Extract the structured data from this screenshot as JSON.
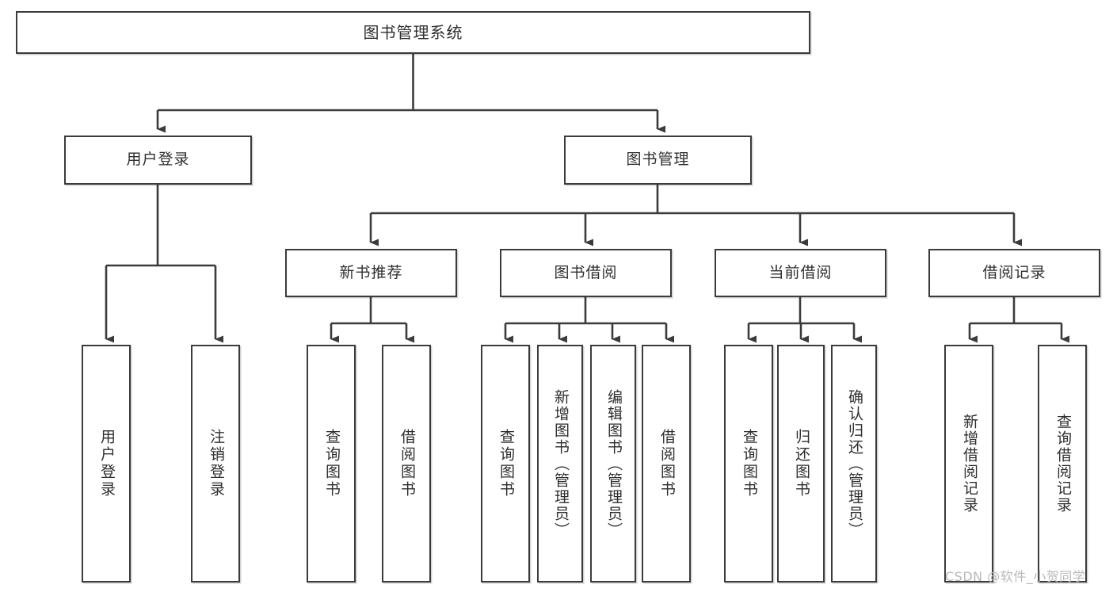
{
  "diagram": {
    "title": "图书管理系统",
    "watermark": "CSDN @软件_小贺同学",
    "type": "tree-hierarchy",
    "orientation": "top-down",
    "root": {
      "id": "root",
      "label": "图书管理系统"
    },
    "level1": [
      {
        "id": "user-login",
        "label": "用户登录"
      },
      {
        "id": "book-manage",
        "label": "图书管理"
      }
    ],
    "level2": [
      {
        "id": "new-book-recommend",
        "label": "新书推荐",
        "parent": "book-manage"
      },
      {
        "id": "book-borrow",
        "label": "图书借阅",
        "parent": "book-manage"
      },
      {
        "id": "current-borrow",
        "label": "当前借阅",
        "parent": "book-manage"
      },
      {
        "id": "borrow-record",
        "label": "借阅记录",
        "parent": "book-manage"
      }
    ],
    "leaves": [
      {
        "id": "leaf-user-login",
        "label": "用户登录",
        "parent": "user-login"
      },
      {
        "id": "leaf-logout-login",
        "label": "注销登录",
        "parent": "user-login"
      },
      {
        "id": "leaf-query-book-1",
        "label": "查询图书",
        "parent": "new-book-recommend"
      },
      {
        "id": "leaf-borrow-book-1",
        "label": "借阅图书",
        "parent": "new-book-recommend"
      },
      {
        "id": "leaf-query-book-2",
        "label": "查询图书",
        "parent": "book-borrow"
      },
      {
        "id": "leaf-add-book",
        "label": "新增图书（管理员）",
        "parent": "book-borrow"
      },
      {
        "id": "leaf-edit-book",
        "label": "编辑图书（管理员）",
        "parent": "book-borrow"
      },
      {
        "id": "leaf-borrow-book-2",
        "label": "借阅图书",
        "parent": "book-borrow"
      },
      {
        "id": "leaf-query-book-3",
        "label": "查询图书",
        "parent": "current-borrow"
      },
      {
        "id": "leaf-return-book",
        "label": "归还图书",
        "parent": "current-borrow"
      },
      {
        "id": "leaf-confirm-return",
        "label": "确认归还（管理员）",
        "parent": "current-borrow"
      },
      {
        "id": "leaf-add-borrow-record",
        "label": "新增借阅记录",
        "parent": "borrow-record"
      },
      {
        "id": "leaf-query-borrow-record",
        "label": "查询借阅记录",
        "parent": "borrow-record"
      }
    ],
    "colors": {
      "stroke": "#3b3b3b",
      "fill": "#ffffff",
      "text": "#2f2f2f",
      "watermark": "#b9b9b9"
    }
  }
}
